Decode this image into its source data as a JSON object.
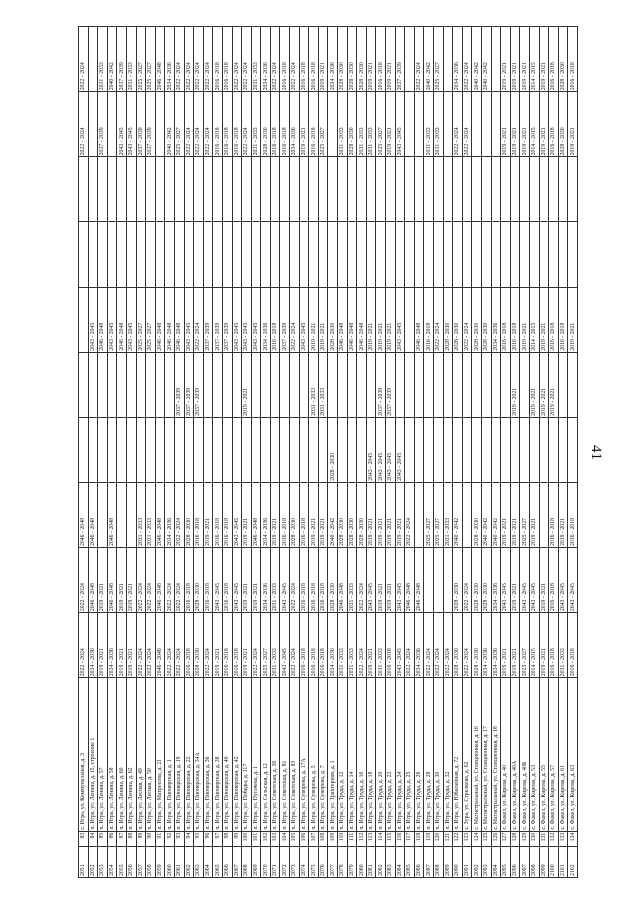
{
  "page_number": "41",
  "rows": [
    [
      "2051",
      "83",
      "с. Игра, ул. Коммунальная, д. 3",
      "2022 - 2024",
      "2022 - 2024",
      "2046 - 2048",
      "",
      "",
      "",
      "",
      "",
      "2022 - 2024",
      "2022 - 2024"
    ],
    [
      "2052",
      "84",
      "п. Игра, ул. Ленина, д. 15, строение 1",
      "2034 - 2036",
      "2046 - 2048",
      "2046 - 2048",
      "",
      "",
      "2043 - 2045",
      "",
      "",
      "",
      ""
    ],
    [
      "2053",
      "85",
      "п. Игра, ул. Ленина, д. 57",
      "2019 - 2021",
      "2019 - 2021",
      "",
      "",
      "",
      "2046 - 2048",
      "",
      "",
      "2037 - 2039",
      "2031 - 2033"
    ],
    [
      "2054",
      "86",
      "п. Игра, ул. Ленина, д. 58",
      "2034 - 2036",
      "2046 - 2048",
      "2046 - 2048",
      "",
      "",
      "2043 - 2045",
      "",
      "",
      "",
      "2040 - 2042"
    ],
    [
      "2055",
      "87",
      "п. Игра, ул. Ленина, д. 60",
      "2019 - 2021",
      "2019 - 2021",
      "",
      "",
      "",
      "2046 - 2048",
      "",
      "",
      "2043 - 2045",
      "2037 - 2039"
    ],
    [
      "2056",
      "88",
      "п. Игра, ул. Ленина, д. 62",
      "2019 - 2021",
      "2019 - 2021",
      "",
      "",
      "",
      "2043 - 2045",
      "",
      "",
      "2043 - 2045",
      "2031 - 2033"
    ],
    [
      "2057",
      "89",
      "п. Игра, ул. Лесная, д. 49",
      "2022 - 2024",
      "2022 - 2024",
      "2031 - 2033",
      "",
      "",
      "2025 - 2027",
      "",
      "",
      "2037 - 2039",
      "2025 - 2027"
    ],
    [
      "2058",
      "90",
      "п. Игра, ул. Лесная, д. 50",
      "2022 - 2024",
      "2022 - 2024",
      "2031 - 2033",
      "",
      "",
      "2025 - 2027",
      "",
      "",
      "2037 - 2039",
      "2025 - 2027"
    ],
    [
      "2059",
      "91",
      "п. Игра, ул. Матросова, д. 21",
      "2046 - 2048",
      "2046 - 2048",
      "2046 - 2048",
      "",
      "",
      "2046 - 2048",
      "",
      "",
      "",
      "2046 - 2048"
    ],
    [
      "2060",
      "92",
      "п. Игра, ул. Пионерская, д. 1",
      "2022 - 2024",
      "2022 - 2024",
      "2034 - 2036",
      "",
      "",
      "2046 - 2048",
      "",
      "",
      "2040 - 2042",
      "2034 - 2036"
    ],
    [
      "2061",
      "93",
      "п. Игра, ул. Пионерская, д. 19",
      "2022 - 2024",
      "2022 - 2024",
      "2022 - 2024",
      "",
      "2037 - 2039",
      "2046 - 2048",
      "",
      "",
      "2025 - 2027",
      "2022 - 2024"
    ],
    [
      "2062",
      "94",
      "п. Игра, ул. Пионерская, д. 22",
      "2016 - 2018",
      "2016 - 2018",
      "2028 - 2030",
      "",
      "2037 - 2039",
      "2043 - 2045",
      "",
      "",
      "2022 - 2024",
      "2022 - 2024"
    ],
    [
      "2063",
      "95",
      "п. Игра, ул. Пионерская, д. 34А",
      "2028 - 2030",
      "2028 - 2030",
      "2016 - 2018",
      "",
      "2037 - 2039",
      "2022 - 2024",
      "",
      "",
      "2022 - 2024",
      "2022 - 2024"
    ],
    [
      "2064",
      "96",
      "п. Игра, ул. Пионерская, д. 36",
      "2022 - 2024",
      "2016 - 2018",
      "2019 - 2021",
      "",
      "",
      "2037 - 2039",
      "",
      "",
      "2022 - 2024",
      "2022 - 2024"
    ],
    [
      "2065",
      "97",
      "п. Игра, ул. Пионерская, д. 38",
      "2019 - 2021",
      "2043 - 2045",
      "2016 - 2018",
      "",
      "",
      "2037 - 2039",
      "",
      "",
      "2016 - 2018",
      "2016 - 2018"
    ],
    [
      "2066",
      "98",
      "п. Игра, ул. Пионерская, д. 40",
      "2016 - 2018",
      "2016 - 2018",
      "2016 - 2018",
      "",
      "",
      "2037 - 2039",
      "",
      "",
      "2016 - 2018",
      "2016 - 2018"
    ],
    [
      "2067",
      "99",
      "п. Игра, ул. Пионерская, д. 42",
      "2016 - 2018",
      "2043 - 2045",
      "2043 - 2045",
      "",
      "",
      "2043 - 2045",
      "",
      "",
      "2016 - 2018",
      "2022 - 2024"
    ],
    [
      "2068",
      "100",
      "п. Игра, ул. Победы, д. 117",
      "2019 - 2021",
      "2019 - 2021",
      "2019 - 2021",
      "",
      "2019 - 2021",
      "2043 - 2045",
      "",
      "",
      "2022 - 2024",
      "2022 - 2024"
    ],
    [
      "2069",
      "101",
      "п. Игра, ул. Пугачева, д. 1",
      "2022 - 2024",
      "2019 - 2021",
      "2046 - 2048",
      "",
      "",
      "2043 - 2045",
      "",
      "",
      "2031 - 2033",
      "2031 - 2033"
    ],
    [
      "2070",
      "102",
      "п. Игра, ул. Сельская, д. 12",
      "2025 - 2027",
      "2034 - 2036",
      "2034 - 2036",
      "",
      "",
      "2034 - 2036",
      "",
      "",
      "2028 - 2030",
      "2034 - 2036"
    ],
    [
      "2071",
      "103",
      "п. Игра, ул. Советская, д. 30",
      "2031 - 2033",
      "2031 - 2033",
      "2019 - 2021",
      "",
      "",
      "2016 - 2018",
      "",
      "",
      "2016 - 2018",
      "2022 - 2024"
    ],
    [
      "2072",
      "104",
      "п. Игра, ул. Советская, д. 81",
      "2043 - 2045",
      "2043 - 2045",
      "2016 - 2018",
      "",
      "",
      "2037 - 2039",
      "",
      "",
      "2016 - 2018",
      "2016 - 2018"
    ],
    [
      "2073",
      "105",
      "п. Игра, ул. Советская, д. 83",
      "2022 - 2024",
      "2022 - 2024",
      "2028 - 2030",
      "",
      "",
      "2022 - 2024",
      "",
      "",
      "2034 - 2036",
      "2022 - 2024"
    ],
    [
      "2074",
      "106",
      "п. Игра, ул. Суворова, д. 17А",
      "2016 - 2018",
      "2016 - 2018",
      "2016 - 2018",
      "",
      "",
      "2043 - 2045",
      "",
      "",
      "2019 - 2021",
      "2016 - 2018"
    ],
    [
      "2075",
      "107",
      "п. Игра, ул. Суворова, д. 5",
      "2016 - 2018",
      "2016 - 2018",
      "2019 - 2021",
      "",
      "2031 - 2033",
      "2019 - 2021",
      "",
      "",
      "2016 - 2018",
      "2016 - 2018"
    ],
    [
      "2076",
      "108",
      "п. Игра, ул. Суворова, д. 7",
      "2016 - 2018",
      "2016 - 2018",
      "2019 - 2021",
      "",
      "2031 - 2033",
      "2019 - 2021",
      "",
      "",
      "2025 - 2027",
      "2019 - 2021"
    ],
    [
      "2077",
      "109",
      "п. Игра, ул. Тракторная, д. 1",
      "2034 - 2036",
      "2028 - 2030",
      "2040 - 2042",
      "2028 - 2030",
      "",
      "2028 - 2030",
      "",
      "",
      "",
      "2034 - 2036"
    ],
    [
      "2078",
      "110",
      "п. Игра, ул. Труда, д. 12",
      "2031 - 2033",
      "2046 - 2048",
      "2028 - 2030",
      "",
      "",
      "2046 - 2048",
      "",
      "",
      "2031 - 2033",
      "2028 - 2030"
    ],
    [
      "2079",
      "111",
      "п. Игра, ул. Труда, д. 14",
      "2031 - 2033",
      "2031 - 2033",
      "2028 - 2030",
      "",
      "",
      "2046 - 2048",
      "",
      "",
      "2028 - 2030",
      "2028 - 2030"
    ],
    [
      "2080",
      "112",
      "п. Игра, ул. Труда, д. 16",
      "2022 - 2024",
      "2022 - 2024",
      "2028 - 2030",
      "",
      "",
      "2046 - 2048",
      "",
      "",
      "2031 - 2033",
      "2028 - 2030"
    ],
    [
      "2081",
      "113",
      "п. Игра, ул. Труда, д. 18",
      "2019 - 2021",
      "2043 - 2045",
      "2019 - 2021",
      "2043 - 2045",
      "",
      "2019 - 2021",
      "",
      "",
      "2031 - 2033",
      "2019 - 2021"
    ],
    [
      "2082",
      "114",
      "п. Игра, ул. Труда, д. 20",
      "2031 - 2033",
      "2019 - 2021",
      "2019 - 2021",
      "2043 - 2045",
      "2037 - 2039",
      "2019 - 2021",
      "",
      "",
      "2025 - 2027",
      "2016 - 2018"
    ],
    [
      "2083",
      "115",
      "п. Игра, ул. Труда, д. 22",
      "2016 - 2018",
      "2019 - 2021",
      "2019 - 2021",
      "2043 - 2045",
      "2037 - 2039",
      "2019 - 2021",
      "",
      "",
      "2019 - 2021",
      "2019 - 2021"
    ],
    [
      "2084",
      "116",
      "п. Игра, ул. Труда, д. 24",
      "2043 - 2045",
      "2043 - 2045",
      "2019 - 2021",
      "2043 - 2045",
      "",
      "2043 - 2045",
      "",
      "",
      "2043 - 2045",
      "2037 - 2039"
    ],
    [
      "2085",
      "117",
      "п. Игра, ул. Труда, д. 25",
      "2022 - 2024",
      "2046 - 2048",
      "2022 - 2024",
      "",
      "",
      "",
      "",
      "",
      "",
      ""
    ],
    [
      "2086",
      "118",
      "п. Игра, ул. Труда, д. 26",
      "2034 - 2036",
      "2046 - 2048",
      "",
      "",
      "",
      "2046 - 2048",
      "",
      "",
      "",
      "2022 - 2024"
    ],
    [
      "2087",
      "119",
      "п. Игра, ул. Труда, д. 28",
      "2022 - 2024",
      "",
      "2025 - 2027",
      "",
      "",
      "2016 - 2018",
      "",
      "",
      "2031 - 2033",
      "2040 - 2042"
    ],
    [
      "2088",
      "120",
      "п. Игра, ул. Труда, д. 30",
      "2022 - 2024",
      "",
      "2025 - 2027",
      "",
      "",
      "2022 - 2024",
      "",
      "",
      "2031 - 2033",
      "2025 - 2027"
    ],
    [
      "2089",
      "121",
      "п. Игра, ул. Труда, д. 32",
      "2022 - 2024",
      "",
      "2031 - 2033",
      "",
      "",
      "2028 - 2030",
      "",
      "",
      "",
      ""
    ],
    [
      "2090",
      "122",
      "п. Игра, ул. Юбилейная, д. 72",
      "2028 - 2030",
      "2028 - 2030",
      "2040 - 2042",
      "",
      "",
      "2028 - 2030",
      "",
      "",
      "2022 - 2024",
      "2034 - 2036"
    ],
    [
      "2091",
      "123",
      "с. Зура, ул. Стрелкова, д. 62",
      "2022 - 2024",
      "2022 - 2024",
      "",
      "",
      "",
      "2022 - 2024",
      "",
      "",
      "2022 - 2024",
      "2022 - 2024"
    ],
    [
      "2092",
      "124",
      "с. Магистральный, ул. Станционная, д. 16",
      "2028 - 2030",
      "2028 - 2030",
      "2028 - 2030",
      "",
      "",
      "2028 - 2030",
      "",
      "",
      "",
      "2040 - 2042"
    ],
    [
      "2093",
      "125",
      "с. Магистральный, ул. Станционная, д. 17",
      "2034 - 2036",
      "2028 - 2030",
      "2040 - 2042",
      "",
      "",
      "2028 - 2030",
      "",
      "",
      "",
      "2040 - 2042"
    ],
    [
      "2094",
      "126",
      "с. Магистральный, ул. Станционная, д. 18",
      "2034 - 2036",
      "2034 - 2036",
      "2040 - 2042",
      "",
      "",
      "2034 - 2036",
      "",
      "",
      "",
      ""
    ],
    [
      "2095",
      "127",
      "с. Факел, ул. Кирова, д. 40",
      "2019 - 2021",
      "2043 - 2045",
      "2019 - 2021",
      "",
      "",
      "2016 - 2018",
      "",
      "",
      "2019 - 2021",
      "2019 - 2021"
    ],
    [
      "2096",
      "128",
      "с. Факел, ул. Кирова, д. 40А",
      "2019 - 2021",
      "2019 - 2021",
      "2019 - 2021",
      "",
      "2019 - 2021",
      "2016 - 2018",
      "",
      "",
      "2019 - 2021",
      "2019 - 2021"
    ],
    [
      "2097",
      "129",
      "с. Факел, ул. Кирова, д. 40Б",
      "2025 - 2027",
      "2043 - 2045",
      "2025 - 2027",
      "",
      "",
      "2019 - 2021",
      "",
      "",
      "2019 - 2021",
      "2019 - 2021"
    ],
    [
      "2098",
      "130",
      "с. Факел, ул. Кирова, д. 53",
      "2014 - 2015",
      "2043 - 2045",
      "2019 - 2021",
      "",
      "2019 - 2021",
      "2014 - 2015",
      "",
      "",
      "2014 - 2015",
      "2014 - 2015"
    ],
    [
      "2099",
      "131",
      "с. Факел, ул. Кирова, д. 55",
      "2019 - 2021",
      "2019 - 2021",
      "",
      "",
      "2019 - 2021",
      "2019 - 2021",
      "",
      "",
      "2019 - 2021",
      "2019 - 2021"
    ],
    [
      "2100",
      "132",
      "с. Факел, ул. Кирова, д. 57",
      "2016 - 2018",
      "2016 - 2018",
      "2016 - 2018",
      "",
      "2019 - 2021",
      "2016 - 2018",
      "",
      "",
      "2016 - 2018",
      "2016 - 2018"
    ],
    [
      "2101",
      "133",
      "с. Факел, ул. Кирова, д. 61",
      "2031 - 2033",
      "2043 - 2045",
      "2019 - 2021",
      "",
      "",
      "2016 - 2018",
      "",
      "",
      "2028 - 2030",
      "2028 - 2030"
    ],
    [
      "2102",
      "134",
      "с. Факел, ул. Кирова, д. 63",
      "2016 - 2018",
      "2043 - 2045",
      "2016 - 2018",
      "",
      "",
      "2019 - 2021",
      "",
      "",
      "2019 - 2021",
      "2016 - 2018"
    ]
  ]
}
